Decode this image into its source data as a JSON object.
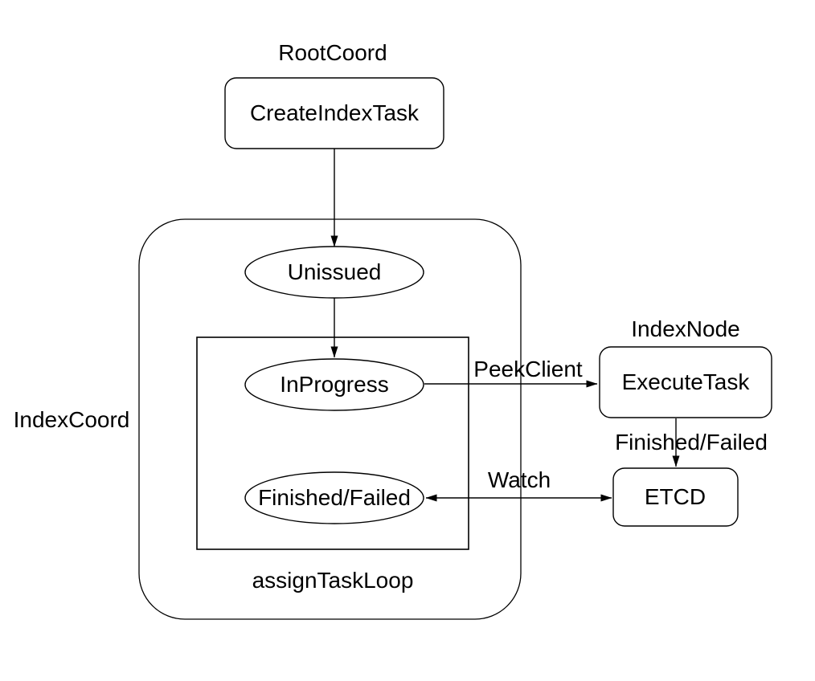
{
  "diagram": {
    "type": "flow-diagram",
    "colors": {
      "background": "#ffffff",
      "stroke": "#000000",
      "text": "#000000",
      "node_fill": "#ffffff"
    },
    "section_labels": {
      "root_coord": "RootCoord",
      "index_node": "IndexNode",
      "index_coord": "IndexCoord",
      "assign_task_loop": "assignTaskLoop"
    },
    "nodes": {
      "create_index_task": "CreateIndexTask",
      "execute_task": "ExecuteTask",
      "etcd": "ETCD"
    },
    "states": {
      "unissued": "Unissued",
      "in_progress": "InProgress",
      "finished_failed": "Finished/Failed"
    },
    "edge_labels": {
      "peek_client": "PeekClient",
      "finished_failed": "Finished/Failed",
      "watch": "Watch"
    }
  }
}
